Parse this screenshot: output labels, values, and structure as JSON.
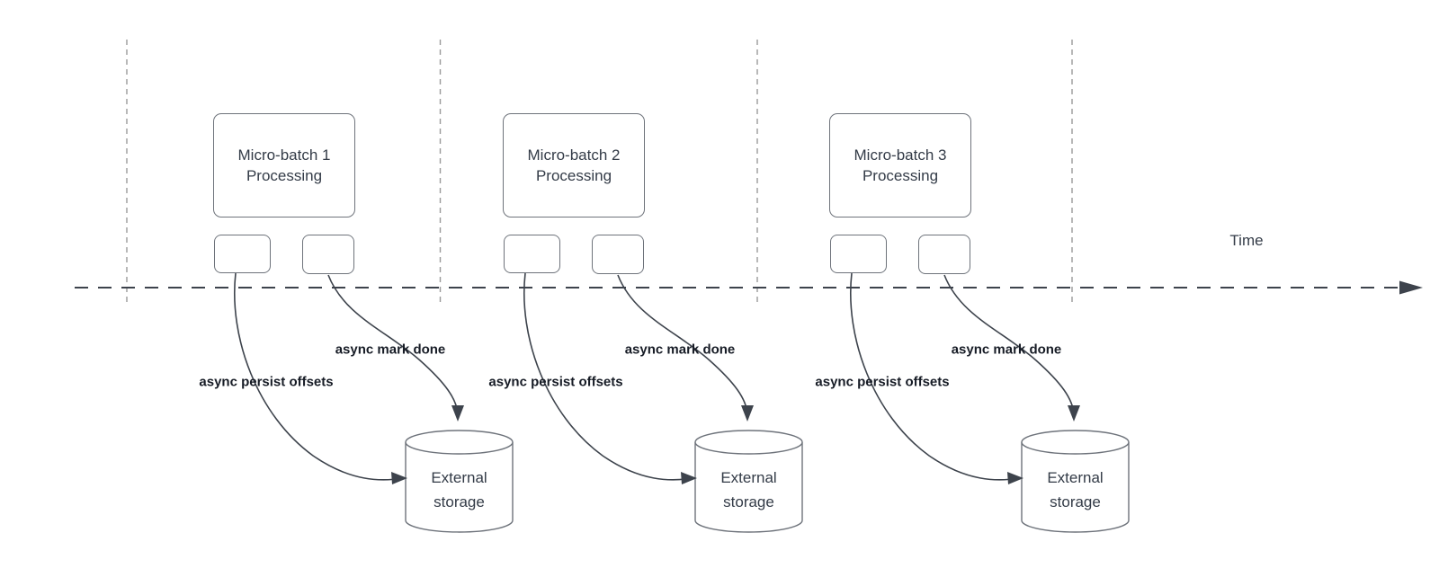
{
  "diagram": {
    "time_axis_label": "Time",
    "batches": [
      {
        "box_title_line1": "Micro-batch 1",
        "box_title_line2": "Processing",
        "persist_arrow_label": "async persist offsets",
        "done_arrow_label": "async mark done",
        "storage_line1": "External",
        "storage_line2": "storage"
      },
      {
        "box_title_line1": "Micro-batch 2",
        "box_title_line2": "Processing",
        "persist_arrow_label": "async persist offsets",
        "done_arrow_label": "async mark done",
        "storage_line1": "External",
        "storage_line2": "storage"
      },
      {
        "box_title_line1": "Micro-batch 3",
        "box_title_line2": "Processing",
        "persist_arrow_label": "async persist offsets",
        "done_arrow_label": "async mark done",
        "storage_line1": "External",
        "storage_line2": "storage"
      }
    ],
    "colors": {
      "background": "#ffffff",
      "shape_border": "#6e737b",
      "guide_line": "#9a9a9a",
      "axis_line": "#3d434c",
      "shape_text": "#333b47",
      "arrow_label_text": "#171c26"
    }
  }
}
